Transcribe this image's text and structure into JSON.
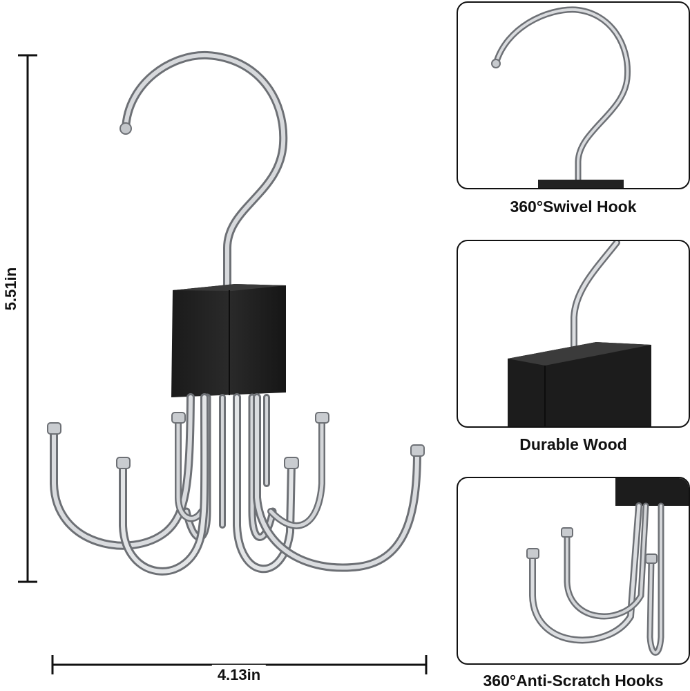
{
  "dimensions": {
    "height_label": "5.51in",
    "width_label": "4.13in"
  },
  "features": [
    {
      "caption": "360°Swivel Hook"
    },
    {
      "caption": "Durable Wood"
    },
    {
      "caption": "360°Anti-Scratch Hooks"
    }
  ],
  "colors": {
    "wood_block": "#1f1f1f",
    "metal": "#b9bcc0",
    "outline": "#111111"
  }
}
